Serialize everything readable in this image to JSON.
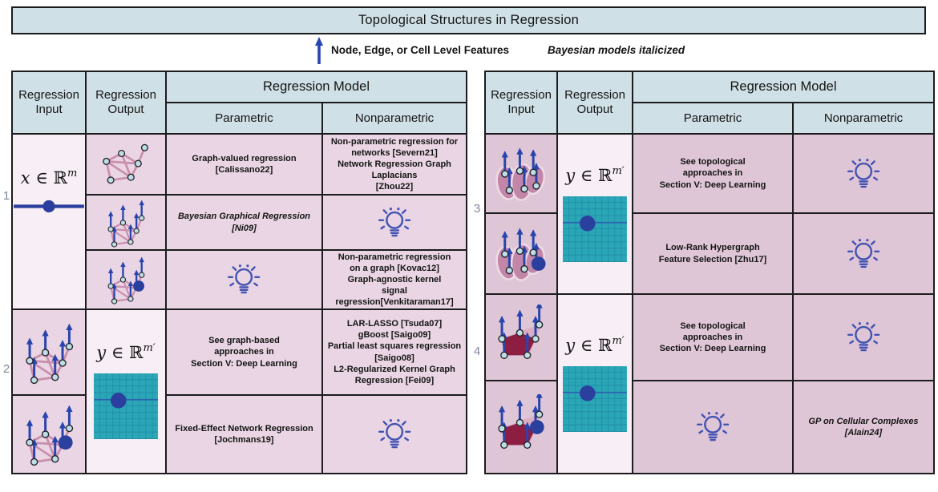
{
  "banner": {
    "title": "Topological Structures in Regression"
  },
  "legend": {
    "arrow_icon": "up-arrow",
    "arrow_label": "Node, Edge, or Cell Level Features",
    "note": "Bayesian models italicized"
  },
  "colors": {
    "header_bg": "#cfe0e6",
    "cell_light": "#f8eef5",
    "cell_pink_left": "#e9d5e3",
    "cell_pink_right": "#dfc6d7",
    "accent_blue": "#2944ae",
    "dot_blue": "#2b3f9e",
    "edge_pink": "#c98fad",
    "node_fill": "#bedde6",
    "grid_teal": "#2aa6b6",
    "complex_red": "#8e1d42"
  },
  "tables": [
    {
      "headers": {
        "input": "Regression Input",
        "output": "Regression Output",
        "model": "Regression Model",
        "parametric": "Parametric",
        "nonparametric": "Nonparametric"
      },
      "rows": [
        {
          "number": "1",
          "input": {
            "var": "x",
            "rel": " ∈ ℝ",
            "sup": "m",
            "icon": "edge-with-dot"
          },
          "sub_rows": [
            {
              "output_icon": "graph",
              "parametric": {
                "text": "Graph-valued regression\n[Calissano22]"
              },
              "nonparametric": {
                "text": "Non-parametric regression for\nnetworks [Severn21]\nNetwork Regression Graph Laplacians\n[Zhou22]"
              }
            },
            {
              "output_icon": "graph-features",
              "parametric": {
                "text": "Bayesian Graphical Regression\n[Ni09]",
                "style": "italic"
              },
              "nonparametric": {
                "icon": "lightbulb"
              }
            },
            {
              "output_icon": "graph-features-selected",
              "parametric": {
                "icon": "lightbulb"
              },
              "nonparametric": {
                "text": "Non-parametric regression\non a graph [Kovac12]\nGraph-agnostic kernel\nsignal regression[Venkitaraman17]"
              }
            }
          ]
        },
        {
          "number": "2",
          "output": {
            "var": "y",
            "rel": " ∈ ℝ",
            "sup": "m′",
            "icon": "grid-with-dot"
          },
          "sub_rows": [
            {
              "input_icon": "graph-features",
              "parametric": {
                "text": "See graph-based\napproaches in\nSection V: Deep Learning"
              },
              "nonparametric": {
                "text": "LAR-LASSO [Tsuda07]\ngBoost [Saigo09]\nPartial least squares regression\n[Saigo08]\nL2-Regularized Kernel Graph\nRegression [Fei09]"
              }
            },
            {
              "input_icon": "graph-features-selected",
              "parametric": {
                "text": "Fixed-Effect Network Regression\n[Jochmans19]"
              },
              "nonparametric": {
                "icon": "lightbulb"
              }
            }
          ]
        }
      ]
    },
    {
      "headers": {
        "input": "Regression Input",
        "output": "Regression Output",
        "model": "Regression Model",
        "parametric": "Parametric",
        "nonparametric": "Nonparametric"
      },
      "rows": [
        {
          "number": "3",
          "output": {
            "var": "y",
            "rel": " ∈ ℝ",
            "sup": "m′",
            "icon": "grid-with-dot"
          },
          "sub_rows": [
            {
              "input_icon": "hypergraph-features",
              "parametric": {
                "text": "See topological\napproaches in\nSection V: Deep Learning"
              },
              "nonparametric": {
                "icon": "lightbulb"
              }
            },
            {
              "input_icon": "hypergraph-features-selected",
              "parametric": {
                "text": "Low-Rank Hypergraph\nFeature Selection [Zhu17]"
              },
              "nonparametric": {
                "icon": "lightbulb"
              }
            }
          ]
        },
        {
          "number": "4",
          "output": {
            "var": "y",
            "rel": " ∈ ℝ",
            "sup": "m′",
            "icon": "grid-with-dot"
          },
          "sub_rows": [
            {
              "input_icon": "cell-complex-features",
              "parametric": {
                "text": "See topological\napproaches in\nSection V: Deep Learning"
              },
              "nonparametric": {
                "icon": "lightbulb"
              }
            },
            {
              "input_icon": "cell-complex-features-selected",
              "parametric": {
                "icon": "lightbulb"
              },
              "nonparametric": {
                "text": "GP on Cellular Complexes\n[Alain24]",
                "style": "italic"
              }
            }
          ]
        }
      ]
    }
  ]
}
